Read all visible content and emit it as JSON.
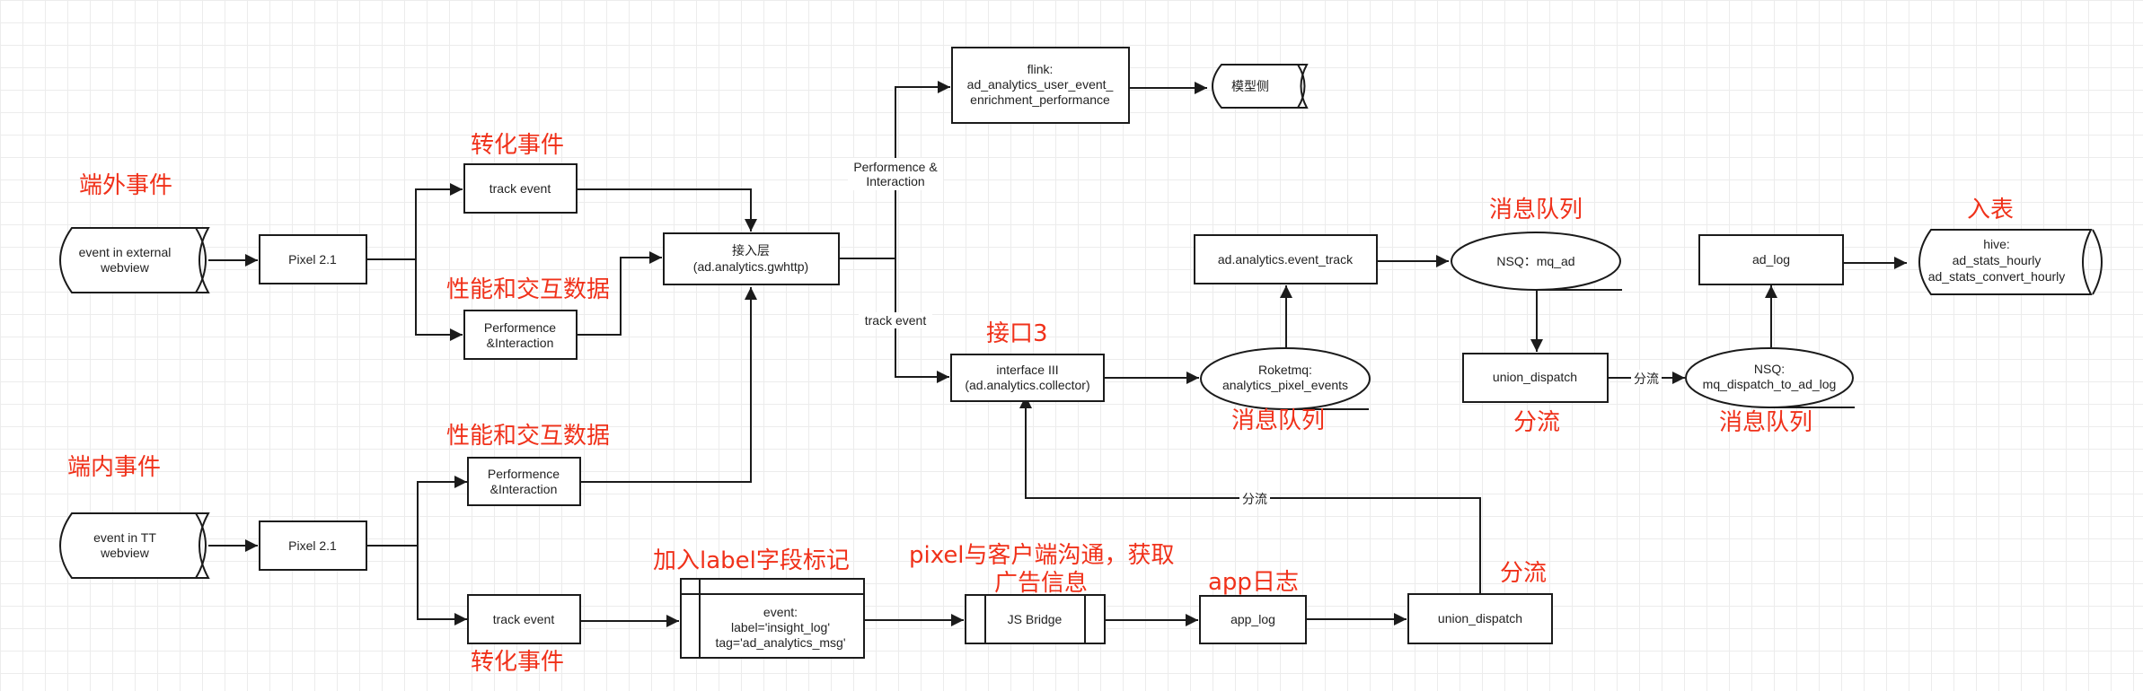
{
  "nodes": {
    "ext_source": [
      "event in external",
      "webview"
    ],
    "tt_source": [
      "event in TT",
      "webview"
    ],
    "pixel_top": "Pixel 2.1",
    "pixel_bottom": "Pixel 2.1",
    "track_event_top": "track event",
    "perf_top": [
      "Performence",
      "&Interaction"
    ],
    "perf_bottom": [
      "Performence",
      "&Interaction"
    ],
    "track_event_bottom": "track event",
    "access_layer": [
      "接入层",
      "(ad.analytics.gwhttp)"
    ],
    "flink": [
      "flink:",
      "ad_analytics_user_event_",
      "enrichment_performance"
    ],
    "model_side": "模型侧",
    "collector": [
      "interface III",
      "(ad.analytics.collector)"
    ],
    "rocketmq": [
      "Roketmq:",
      "analytics_pixel_events"
    ],
    "event_track": "ad.analytics.event_track",
    "nsq_ad": "NSQ：mq_ad",
    "union_dispatch_top": "union_dispatch",
    "nsq_dispatch": [
      "NSQ:",
      "mq_dispatch_to_ad_log"
    ],
    "ad_log": "ad_log",
    "hive": [
      "hive:",
      "ad_stats_hourly",
      "ad_stats_convert_hourly"
    ],
    "label_event": [
      "event:",
      "label='insight_log'",
      "tag='ad_analytics_msg'"
    ],
    "js_bridge": "JS Bridge",
    "app_log": "app_log",
    "union_dispatch_bottom": "union_dispatch"
  },
  "edge_labels": {
    "perf_interaction": [
      "Performence &",
      "Interaction"
    ],
    "track_event": "track event",
    "split_top": "分流",
    "split_back": "分流"
  },
  "annotations": {
    "external_events": "端外事件",
    "internal_events": "端内事件",
    "conversion_top": "转化事件",
    "perf_data_top": "性能和交互数据",
    "perf_data_bottom": "性能和交互数据",
    "conversion_bottom": "转化事件",
    "interface3": "接口3",
    "mq_rocket": "消息队列",
    "mq_nsq_ad": "消息队列",
    "split_union_top": "分流",
    "mq_nsq_dispatch": "消息队列",
    "into_table": "入表",
    "add_label": "加入label字段标记",
    "pixel_client": [
      "pixel与客户端沟通，获取",
      "广告信息"
    ],
    "app_log_anno": "app日志",
    "split_bottom": "分流"
  },
  "colors": {
    "annotation": "#f0311a",
    "stroke": "#1b1b1b",
    "grid": "#ececec"
  }
}
